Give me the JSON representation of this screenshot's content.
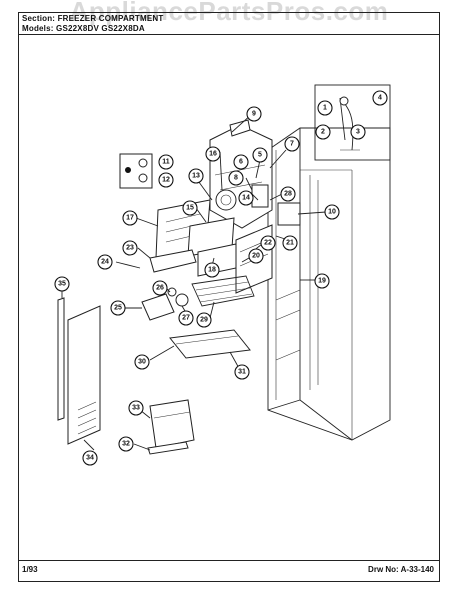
{
  "header": {
    "section_line": "Section: FREEZER COMPARTMENT",
    "models_line": "Models: GS22X8DV  GS22X8DA"
  },
  "watermark": "AppliancePartsPros.com",
  "footer": {
    "date": "1/93",
    "drawing_no": "Drw No: A-33-140"
  },
  "callouts": [
    "1",
    "2",
    "3",
    "4",
    "5",
    "6",
    "7",
    "8",
    "9",
    "10",
    "11",
    "12",
    "13",
    "14",
    "15",
    "16",
    "17",
    "18",
    "19",
    "20",
    "21",
    "22",
    "23",
    "24",
    "25",
    "26",
    "27",
    "28",
    "29",
    "30",
    "31",
    "32",
    "33",
    "34",
    "35"
  ]
}
